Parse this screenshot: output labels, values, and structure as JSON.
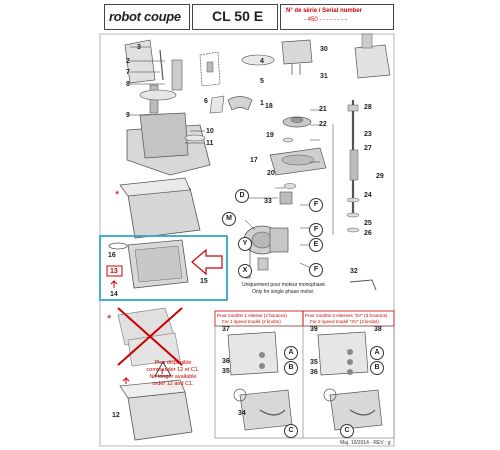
{
  "header": {
    "brand": "robot coupe",
    "model": "CL 50 E",
    "serial_label": "N° de série / Serial number",
    "serial_value": "- 450 - - - - - - - -"
  },
  "part_numbers": [
    "1",
    "2",
    "3",
    "4",
    "5",
    "6",
    "7",
    "8",
    "9",
    "10",
    "11",
    "12",
    "13",
    "14",
    "15",
    "16",
    "17",
    "18",
    "19",
    "20",
    "21",
    "22",
    "23",
    "24",
    "25",
    "26",
    "27",
    "28",
    "29",
    "30",
    "31",
    "32",
    "33",
    "34",
    "35",
    "36",
    "37",
    "38",
    "39"
  ],
  "connectors": [
    "A",
    "B",
    "C",
    "D",
    "E",
    "F",
    "M",
    "X",
    "Y"
  ],
  "motor_note": [
    "Uniquement pour moteur monophasé.",
    "Only for single phase motor."
  ],
  "no_longer_note": [
    "Plus disponible",
    "commander 12 et C1.",
    "No longer available",
    "order 12 and C1."
  ],
  "two_button_note": [
    "Pour modèle 1 vitesse (2 boutons)",
    "For 1 speed model (2 knobs)"
  ],
  "three_button_note": [
    "Pour modèle 2 vitesses \"2V\" (3 boutons)",
    "For 2 speed model \"2V\" (3 knobs)"
  ],
  "footer": "Maj. 10/2014 - REV : g",
  "colors": {
    "highlight": "#33a6cc",
    "warning": "#cc0000",
    "line": "#333333"
  }
}
